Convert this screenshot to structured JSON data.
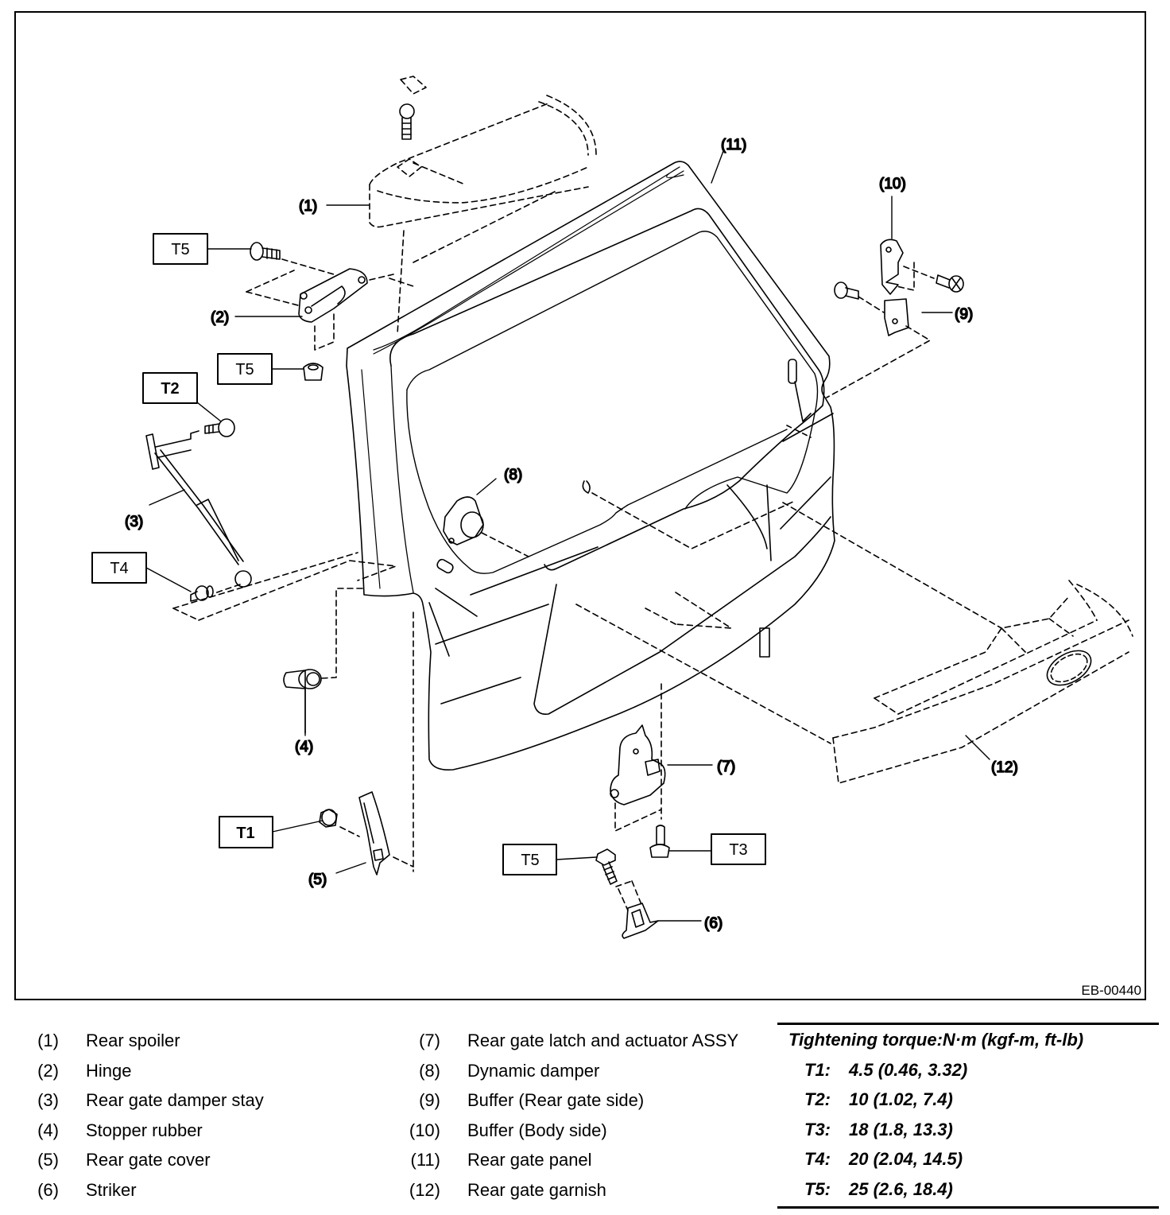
{
  "figure": {
    "id": "EB-00440",
    "subject": "Rear gate exploded view"
  },
  "callouts": [
    {
      "num": "(1)",
      "part": 1
    },
    {
      "num": "(2)",
      "part": 2
    },
    {
      "num": "(3)",
      "part": 3
    },
    {
      "num": "(4)",
      "part": 4
    },
    {
      "num": "(5)",
      "part": 5
    },
    {
      "num": "(6)",
      "part": 6
    },
    {
      "num": "(7)",
      "part": 7
    },
    {
      "num": "(8)",
      "part": 8
    },
    {
      "num": "(9)",
      "part": 9
    },
    {
      "num": "(10)",
      "part": 10
    },
    {
      "num": "(11)",
      "part": 11
    },
    {
      "num": "(12)",
      "part": 12
    }
  ],
  "torque_tags": {
    "hinge_bolt": "T5",
    "hinge_nut": "T5",
    "damper_upper": "T2",
    "damper_lower": "T4",
    "cover_nut": "T1",
    "striker_bolt": "T5",
    "latch_bolt": "T3"
  },
  "legend": {
    "left": [
      {
        "num": "(1)",
        "name": "Rear spoiler"
      },
      {
        "num": "(2)",
        "name": "Hinge"
      },
      {
        "num": "(3)",
        "name": "Rear gate damper stay"
      },
      {
        "num": "(4)",
        "name": "Stopper rubber"
      },
      {
        "num": "(5)",
        "name": "Rear gate cover"
      },
      {
        "num": "(6)",
        "name": "Striker"
      }
    ],
    "middle": [
      {
        "num": "(7)",
        "name": "Rear gate latch and actuator ASSY"
      },
      {
        "num": "(8)",
        "name": "Dynamic damper"
      },
      {
        "num": "(9)",
        "name": "Buffer (Rear gate side)"
      },
      {
        "num": "(10)",
        "name": "Buffer (Body side)"
      },
      {
        "num": "(11)",
        "name": "Rear gate panel"
      },
      {
        "num": "(12)",
        "name": "Rear gate garnish"
      }
    ]
  },
  "torque": {
    "heading": "Tightening torque:N·m (kgf-m, ft-lb)",
    "specs": [
      {
        "code": "T1:",
        "value": "4.5 (0.46, 3.32)"
      },
      {
        "code": "T2:",
        "value": "10 (1.02, 7.4)"
      },
      {
        "code": "T3:",
        "value": "18 (1.8, 13.3)"
      },
      {
        "code": "T4:",
        "value": "20 (2.04, 14.5)"
      },
      {
        "code": "T5:",
        "value": "25 (2.6, 18.4)"
      }
    ]
  }
}
